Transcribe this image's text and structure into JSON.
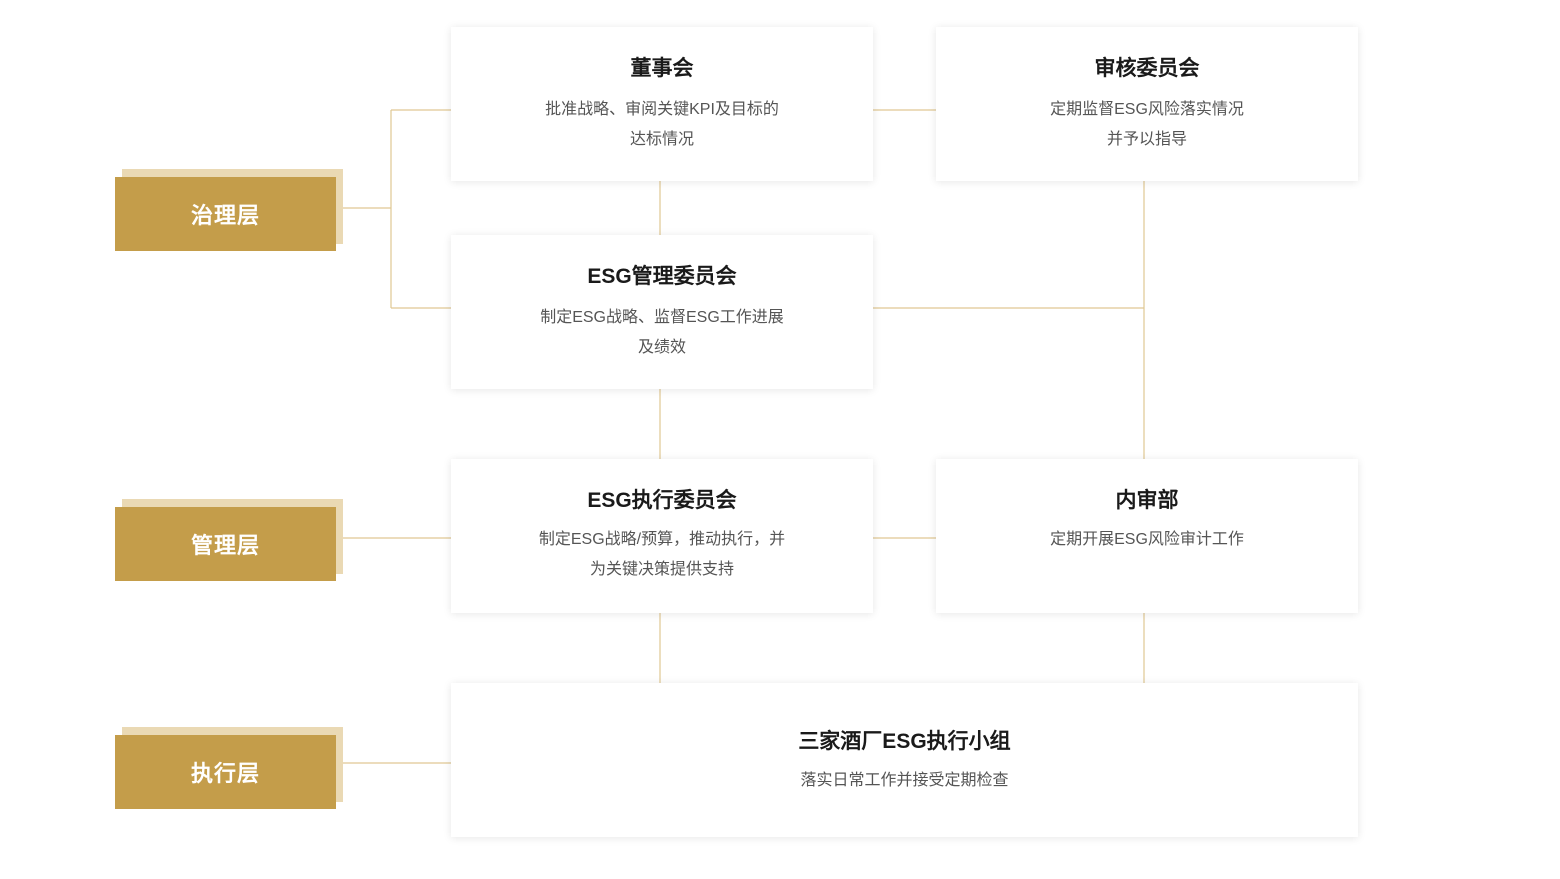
{
  "colors": {
    "accent": "#c49d4a",
    "accent_light": "#ead9b4",
    "connector": "#e0c893",
    "card_bg": "#ffffff",
    "title_text": "#1a1a1a",
    "desc_text": "#555555"
  },
  "tiers": {
    "governance": "治理层",
    "management": "管理层",
    "execution": "执行层"
  },
  "cards": {
    "board": {
      "title": "董事会",
      "desc": [
        "批准战略、审阅关键KPI及目标的",
        "达标情况"
      ]
    },
    "audit_committee": {
      "title": "审核委员会",
      "desc": [
        "定期监督ESG风险落实情况",
        "并予以指导"
      ]
    },
    "esg_management": {
      "title": "ESG管理委员会",
      "desc": [
        "制定ESG战略、监督ESG工作进展",
        "及绩效"
      ]
    },
    "esg_executive": {
      "title": "ESG执行委员会",
      "desc": [
        "制定ESG战略/预算，推动执行，并",
        "为关键决策提供支持"
      ]
    },
    "internal_audit": {
      "title": "内审部",
      "desc": [
        "定期开展ESG风险审计工作"
      ]
    },
    "distillery_group": {
      "title": "三家酒厂ESG执行小组",
      "desc": [
        "落实日常工作并接受定期检查"
      ]
    }
  }
}
